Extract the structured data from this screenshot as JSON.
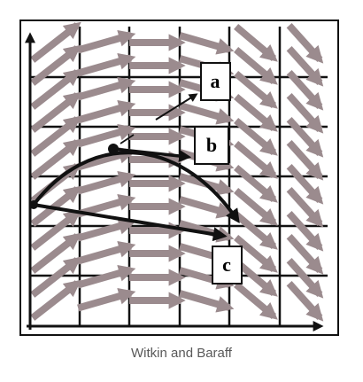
{
  "figure": {
    "caption": "Witkin and Baraff",
    "labels": {
      "a": "a",
      "b": "b",
      "c": "c"
    },
    "colors": {
      "frame": "#111111",
      "grid": "#111111",
      "field_arrow": "#9b8b8e",
      "trajectory": "#111111",
      "label_box_fill": "#ffffff"
    }
  }
}
